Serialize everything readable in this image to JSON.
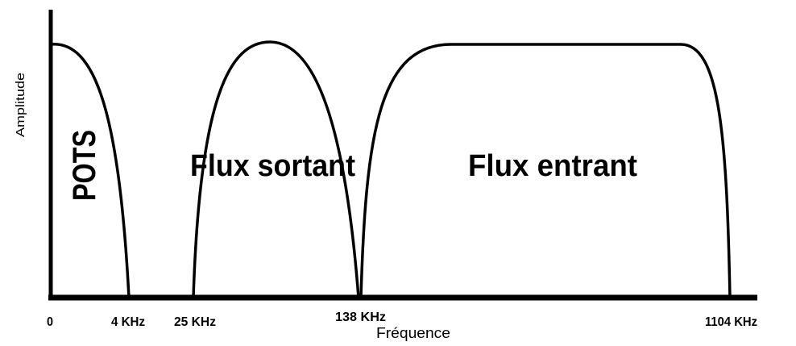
{
  "diagram": {
    "y_axis_label": "Amplitude",
    "x_axis_label": "Fréquence",
    "ticks": [
      "0",
      "4 KHz",
      "25 KHz",
      "138 KHz",
      "1104 KHz"
    ],
    "bands": [
      {
        "label": "POTS",
        "from": "0",
        "to": "4 KHz"
      },
      {
        "label": "Flux sortant",
        "from": "25 KHz",
        "to": "138 KHz"
      },
      {
        "label": "Flux entrant",
        "from": "138 KHz",
        "to": "1104 KHz"
      }
    ]
  }
}
